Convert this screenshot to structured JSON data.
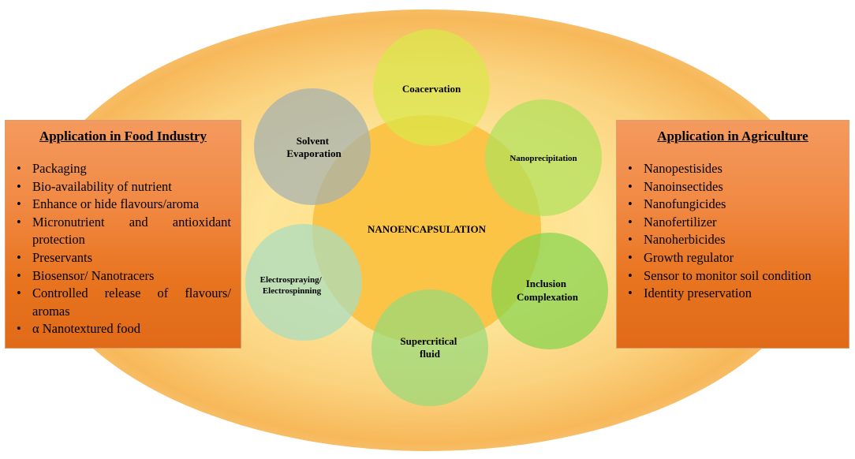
{
  "center": {
    "label": "NANOENCAPSULATION"
  },
  "methods": [
    {
      "lines": [
        "Coacervation"
      ]
    },
    {
      "lines": [
        "Nanoprecipitation"
      ]
    },
    {
      "lines": [
        "Inclusion",
        "Complexation"
      ]
    },
    {
      "lines": [
        "Supercritical",
        "fluid"
      ]
    },
    {
      "lines": [
        "Electrospraying/",
        "Electrospinning"
      ]
    },
    {
      "lines": [
        "Solvent",
        "Evaporation"
      ]
    }
  ],
  "food_panel": {
    "title": "Application in Food Industry",
    "items": [
      "Packaging",
      "Bio-availability of nutrient",
      "Enhance or hide flavours/aroma",
      "Micronutrient and antioxidant",
      "protection",
      "Preservants",
      "Biosensor/ Nanotracers",
      "Controlled release of flavours/",
      "aromas",
      "α Nanotextured food"
    ]
  },
  "agri_panel": {
    "title": "Application in Agriculture",
    "items": [
      "Nanopestisides",
      "Nanoinsectides",
      "Nanofungicides",
      "Nanofertilizer",
      "Nanoherbicides",
      "Growth regulator",
      "Sensor to monitor soil condition",
      "Identity preservation"
    ]
  },
  "colors": {
    "center_fill": "#fbbf3c",
    "coacervation": "#d9e84a",
    "nanoprecipitation": "#b2e05a",
    "inclusion": "#86d44c",
    "supercritical": "#97d979",
    "electrospraying": "#a8dcc0",
    "solvent": "#a3b0b0"
  }
}
